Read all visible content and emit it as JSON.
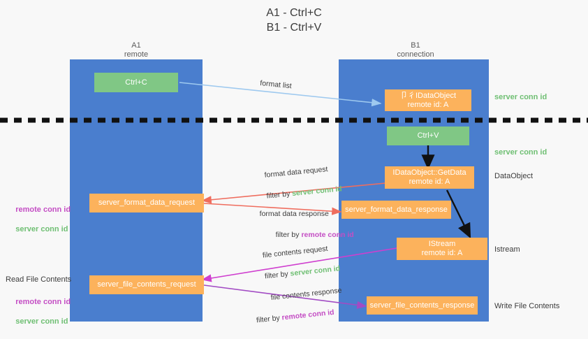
{
  "header": {
    "title_line1": "A1 - Ctrl+C",
    "title_line2": "B1 - Ctrl+V"
  },
  "columns": [
    {
      "name": "A1",
      "sub": "remote"
    },
    {
      "name": "B1",
      "sub": "connection"
    }
  ],
  "colors": {
    "lane": "#4a7ece",
    "green_box": "#80c785",
    "orange_box": "#fcb25c",
    "server_conn": "#6fbf73",
    "remote_conn": "#c44ec4",
    "arrow_blue": "#9ec9ef",
    "arrow_red": "#ef6d5e",
    "arrow_magenta": "#cf3fcf",
    "arrow_purple": "#a24bc4",
    "arrow_black": "#111111",
    "divider": "#111111"
  },
  "nodes": {
    "ctrl_c": "Ctrl+C",
    "ctrl_v": "Ctrl+V",
    "ole_dataobject_l1": "卩彳IDataObject",
    "ole_dataobject_l2": "remote id: A",
    "getdata_l1": "IDataObject::GetData",
    "getdata_l2": "remote id: A",
    "istream_l1": "IStream",
    "istream_l2": "remote id: A",
    "server_format_data_request": "server_format_data_request",
    "server_format_data_response": "server_format_data_response",
    "server_file_contents_request": "server_file_contents_request",
    "server_file_contents_response": "server_file_contents_response"
  },
  "right_labels": {
    "server_conn_top": "server conn id",
    "server_conn_second": "server conn id",
    "dataobject": "DataObject",
    "istream": "Istream",
    "write_file_contents": "Write File Contents"
  },
  "left_labels": {
    "mid_remote": "remote conn id",
    "mid_server": "server conn id",
    "read_file_contents": "Read File Contents",
    "bottom_remote": "remote conn id",
    "bottom_server": "server conn id"
  },
  "edges": {
    "format_list": "format list",
    "format_data_request_l1": "format data request",
    "format_data_request_filter_prefix": "filter by ",
    "format_data_request_filter_value": "server conn id",
    "format_data_response_l1": "format data response",
    "format_data_response_filter_prefix": "filter by ",
    "format_data_response_filter_value": "remote conn id",
    "file_contents_request_l1": "file contents request",
    "file_contents_request_filter_prefix": "filter by ",
    "file_contents_request_filter_value": "server conn id",
    "file_contents_response_l1": "file contents response",
    "file_contents_response_filter_prefix": "filter by ",
    "file_contents_response_filter_value": "remote conn id"
  }
}
